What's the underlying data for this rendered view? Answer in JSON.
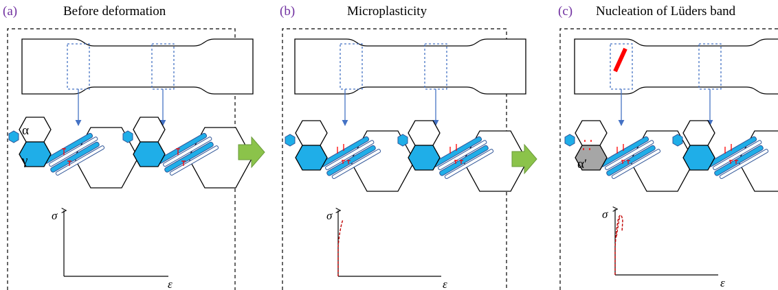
{
  "colors": {
    "panel_label": "#7030a0",
    "grain_blue": "#1faee8",
    "martensite_gray": "#a6a6a6",
    "lath_outline": "#2f5597",
    "arrow_blue": "#4472c4",
    "dislocation_red": "#ff0000",
    "curve_red": "#c00000",
    "band_red": "#ff0000",
    "process_arrow_green": "#8bc34a"
  },
  "panels": [
    {
      "label": "(a)",
      "title": "Before deformation"
    },
    {
      "label": "(b)",
      "title": "Microplasticity"
    },
    {
      "label": "(c)",
      "title": "Nucleation of Lüders band"
    }
  ],
  "phase_labels": {
    "alpha": "α",
    "gamma": "γ",
    "alpha_prime": "α′"
  },
  "axes": {
    "y_symbol": "σ",
    "x_symbol": "ε"
  },
  "icons": {
    "process_arrow": "right-arrow-icon"
  }
}
